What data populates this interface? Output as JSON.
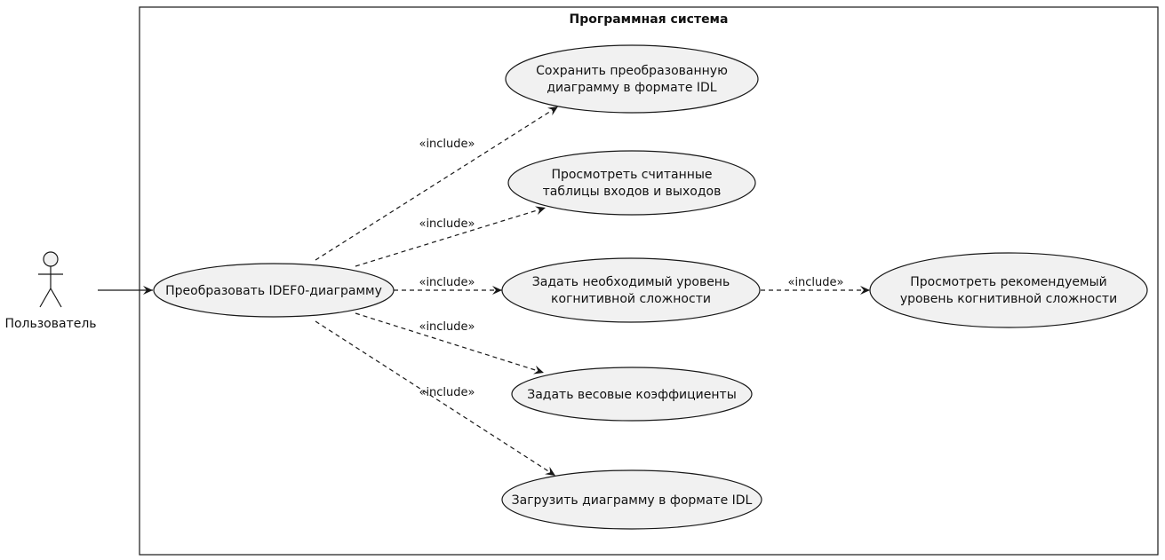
{
  "system": {
    "title": "Программная система"
  },
  "actor": {
    "name": "Пользователь"
  },
  "use_cases": {
    "convert": {
      "lines": [
        "Преобразовать IDEF0-диаграмму"
      ]
    },
    "save": {
      "lines": [
        "Сохранить преобразованную",
        "диаграмму в формате IDL"
      ]
    },
    "view_tables": {
      "lines": [
        "Просмотреть считанные",
        "таблицы входов и выходов"
      ]
    },
    "set_level": {
      "lines": [
        "Задать необходимый уровень",
        "когнитивной сложности"
      ]
    },
    "view_recommended": {
      "lines": [
        "Просмотреть рекомендуемый",
        "уровень когнитивной сложности"
      ]
    },
    "set_weights": {
      "lines": [
        "Задать весовые коэффициенты"
      ]
    },
    "load": {
      "lines": [
        "Загрузить диаграмму в формате IDL"
      ]
    }
  },
  "relations": {
    "include_label": "«include»"
  },
  "colors": {
    "ellipse_fill": "#f1f1f1",
    "stroke": "#181818"
  }
}
